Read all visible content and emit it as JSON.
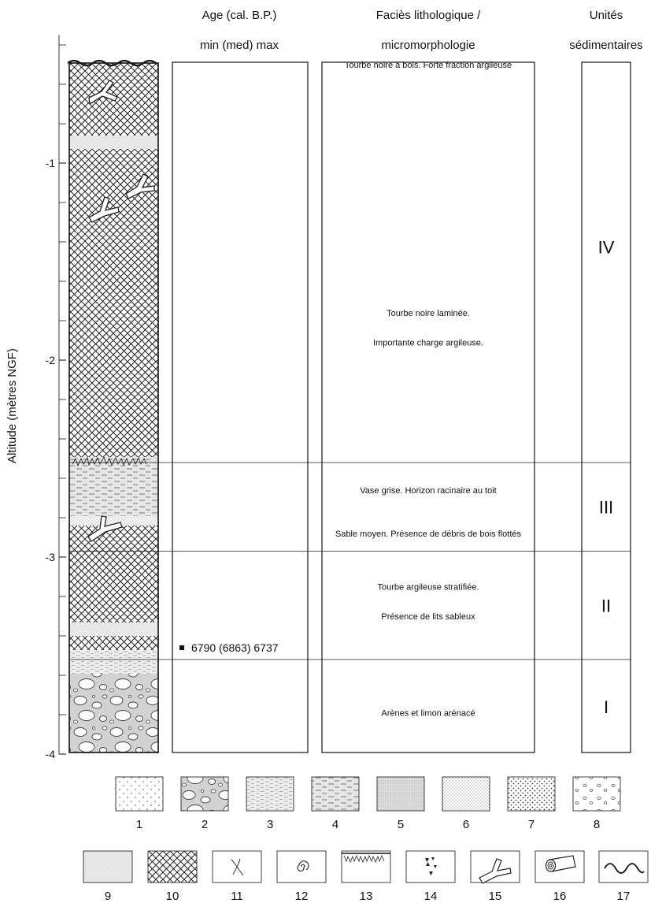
{
  "headers": {
    "age_line1": "Age (cal. B.P.)",
    "age_line2": "min (med) max",
    "facies_line1": "Faciès lithologique /",
    "facies_line2": "micromorphologie",
    "units_line1": "Unités",
    "units_line2": "sédimentaires"
  },
  "y_axis": {
    "label": "Altitude (mètres NGF)",
    "range": [
      -4.0,
      -0.33
    ],
    "ticks": [
      "-1",
      "-2",
      "-3",
      "-4"
    ]
  },
  "units": [
    {
      "label": "IV",
      "top_m": -0.33,
      "bottom_m": -2.52
    },
    {
      "label": "III",
      "top_m": -2.52,
      "bottom_m": -2.97
    },
    {
      "label": "II",
      "top_m": -2.97,
      "bottom_m": -3.52
    },
    {
      "label": "I",
      "top_m": -3.52,
      "bottom_m": -4.0
    }
  ],
  "facies": [
    {
      "text": "Tourbe noire à bois. Forte fraction argileuse",
      "alt_m": -0.5
    },
    {
      "text": "Tourbe noire laminée.",
      "alt_m": -1.76
    },
    {
      "text": "Importante charge argileuse.",
      "alt_m": -1.91
    },
    {
      "text": "Vase grise. Horizon racinaire au toit",
      "alt_m": -2.66
    },
    {
      "text": "Sable moyen. Présence de débris de bois flottés",
      "alt_m": -2.88
    },
    {
      "text": "Tourbe argileuse stratifiée.",
      "alt_m": -3.15
    },
    {
      "text": "Présence de lits sableux",
      "alt_m": -3.3
    },
    {
      "text": "Arènes et limon arénacé",
      "alt_m": -3.79
    }
  ],
  "age_sample": {
    "text": "6790 (6863) 6737",
    "alt_m": -3.46
  },
  "legend": {
    "row1": [
      {
        "num": "1",
        "pattern": "sparse-dots"
      },
      {
        "num": "2",
        "pattern": "gravel"
      },
      {
        "num": "3",
        "pattern": "fine-dashes"
      },
      {
        "num": "4",
        "pattern": "dashes"
      },
      {
        "num": "5",
        "pattern": "dense-stipple"
      },
      {
        "num": "6",
        "pattern": "fine-dots"
      },
      {
        "num": "7",
        "pattern": "coarse-dots"
      },
      {
        "num": "8",
        "pattern": "circles"
      }
    ],
    "row2": [
      {
        "num": "9",
        "pattern": "light-stipple"
      },
      {
        "num": "10",
        "pattern": "crosshatch"
      },
      {
        "num": "11",
        "pattern": "x-mark-icon"
      },
      {
        "num": "12",
        "pattern": "spiral-icon"
      },
      {
        "num": "13",
        "pattern": "roots-icon"
      },
      {
        "num": "14",
        "pattern": "triangles-icon"
      },
      {
        "num": "15",
        "pattern": "wood-branch-icon"
      },
      {
        "num": "16",
        "pattern": "log-icon"
      },
      {
        "num": "17",
        "pattern": "wave-icon"
      }
    ]
  }
}
